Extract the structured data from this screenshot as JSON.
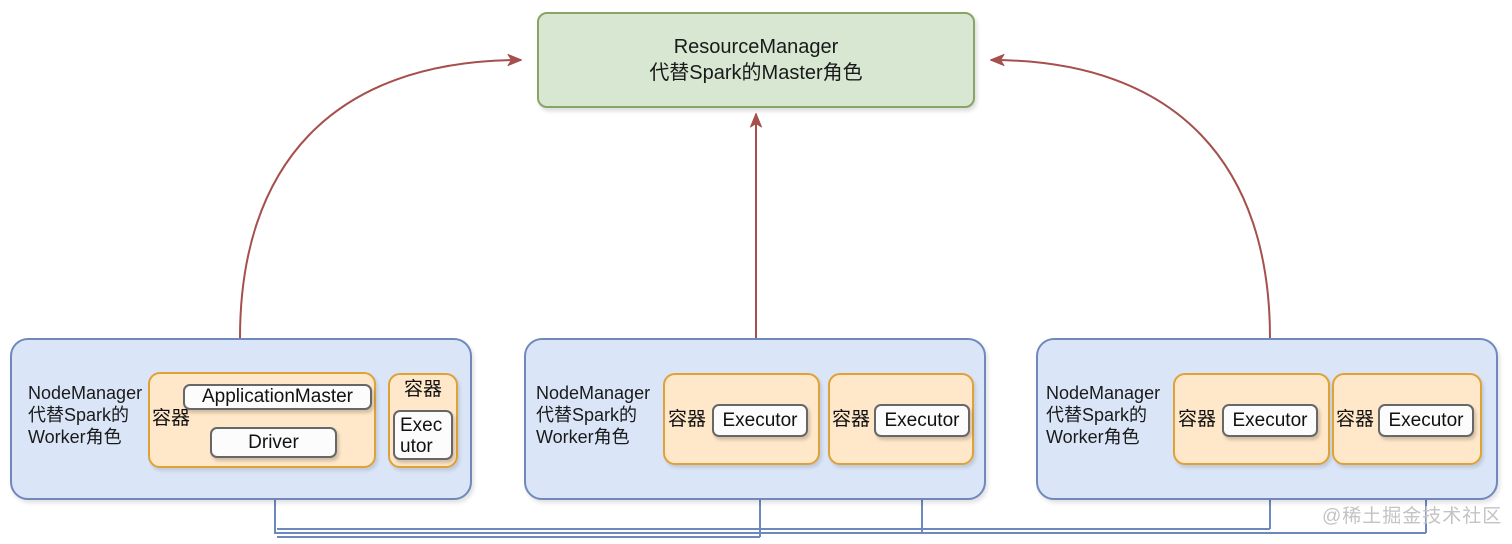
{
  "resource_manager": {
    "title": "ResourceManager",
    "subtitle": "代替Spark的Master角色"
  },
  "node_manager": {
    "line1": "NodeManager",
    "line2": "代替Spark的",
    "line3": "Worker角色"
  },
  "labels": {
    "container": "容器",
    "application_master": "ApplicationMaster",
    "driver": "Driver",
    "executor": "Executor",
    "executor_wrap_line1": "Exec",
    "executor_wrap_line2": "utor"
  },
  "watermark": "@稀土掘金技术社区",
  "colors": {
    "resource_manager_fill": "#d7e7d2",
    "resource_manager_stroke": "#88a566",
    "node_fill": "#dae6f8",
    "node_stroke": "#7089bd",
    "container_fill": "#ffe7c9",
    "container_stroke": "#dfa239",
    "inner_box_fill": "#fcfcfc",
    "inner_box_stroke": "#676767",
    "master_arrow": "#a5504d",
    "executor_arrow": "#6d87bf",
    "watermark_text": "#c3c3c3"
  }
}
